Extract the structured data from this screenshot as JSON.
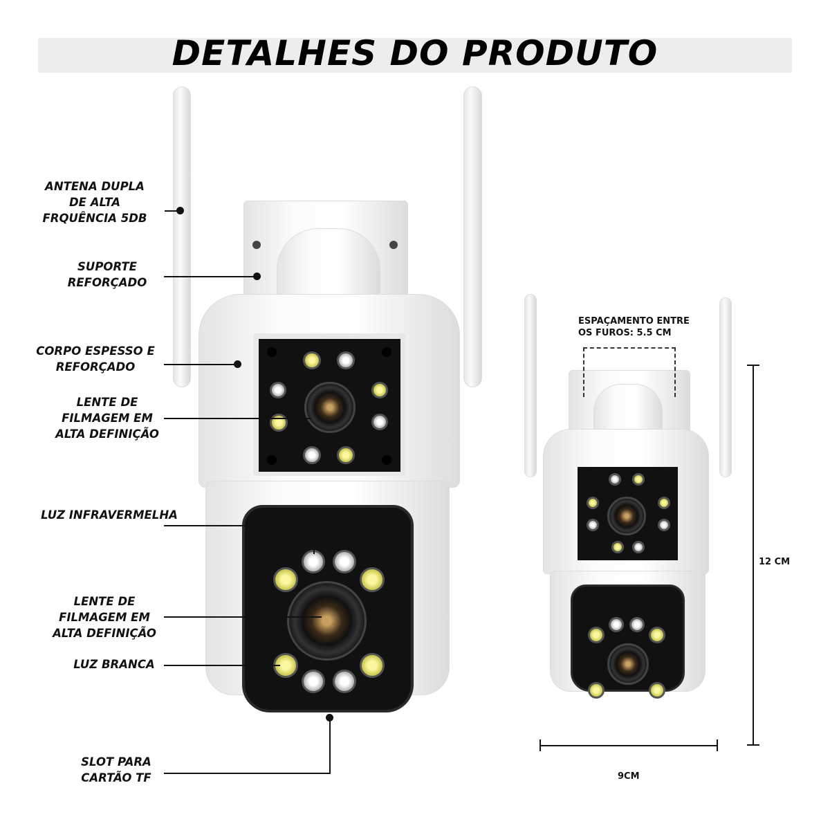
{
  "title": "DETALHES DO PRODUTO",
  "labels": {
    "antenna": [
      "ANTENA DUPLA",
      "DE ALTA",
      "FRQUÊNCIA 5DB"
    ],
    "support": [
      "SUPORTE",
      "REFORÇADO"
    ],
    "body": [
      "CORPO ESPESSO E",
      "REFORÇADO"
    ],
    "lens_top": [
      "LENTE DE",
      "FILMAGEM EM",
      "ALTA DEFINIÇÃO"
    ],
    "infrared": [
      "LUZ INFRAVERMELHA"
    ],
    "lens_bottom": [
      "LENTE DE",
      "FILMAGEM EM",
      "ALTA DEFINIÇÃO"
    ],
    "white_light": [
      "LUZ BRANCA"
    ],
    "slot": [
      "SLOT PARA",
      "CARTÃO TF"
    ]
  },
  "dimensions": {
    "hole_spacing": [
      "ESPAÇAMENTO ENTRE",
      "OS FUROS: 5.5 CM"
    ],
    "height": "12 CM",
    "width": "9CM"
  }
}
